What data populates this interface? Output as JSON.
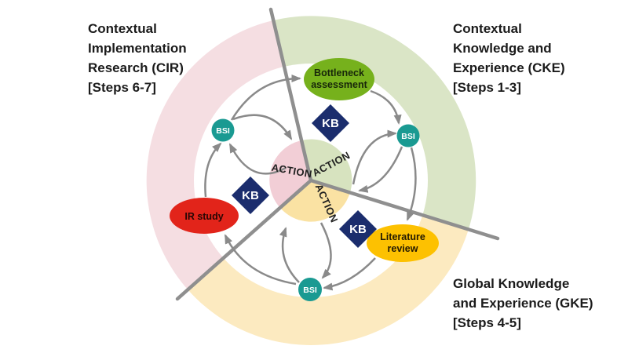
{
  "diagram": {
    "sections": [
      {
        "id": "cir",
        "label": "Contextual\nImplementation\nResearch (CIR)\n[Steps 6-7]",
        "ring_color": "#f5dee2",
        "wedge_color": "#f2ced6"
      },
      {
        "id": "cke",
        "label": "Contextual\nKnowledge and\nExperience (CKE)\n[Steps 1-3]",
        "ring_color": "#dae5c6",
        "wedge_color": "#d7e3bf"
      },
      {
        "id": "gke",
        "label": "Global Knowledge\nand Experience (GKE)\n[Steps 4-5]",
        "ring_color": "#fceac0",
        "wedge_color": "#fae2a3"
      }
    ],
    "action_label": "ACTION",
    "bsi_label": "BSI",
    "kb_label": "KB",
    "ellipses": [
      {
        "id": "bottleneck-assessment",
        "line1": "Bottleneck",
        "line2": "assessment",
        "fill": "#76b11c",
        "text_color": "#17260a"
      },
      {
        "id": "ir-study",
        "line1": "IR study",
        "fill": "#e2241a",
        "text_color": "#270604"
      },
      {
        "id": "literature-review",
        "line1": "Literature",
        "line2": "review",
        "fill": "#fdc101",
        "text_color": "#241a02"
      }
    ],
    "colors": {
      "arrow": "#8a8a8a",
      "divider": "#8f8f8f",
      "bsi": "#1a9a92",
      "kb": "#1b2d6d",
      "node_text": "#ffffff",
      "action_text": "#1f1f1f"
    }
  }
}
